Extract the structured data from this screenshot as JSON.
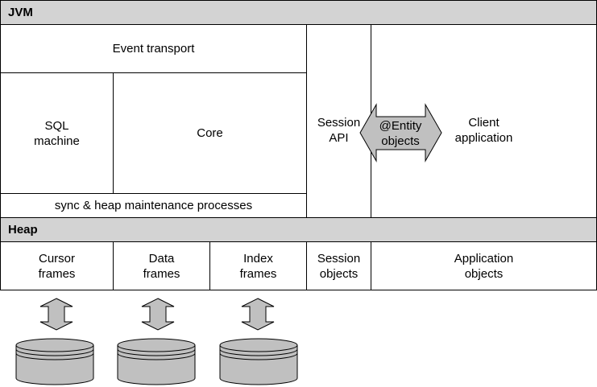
{
  "jvm": {
    "header": "JVM",
    "event_transport": "Event transport",
    "sql_machine": "SQL\nmachine",
    "core": "Core",
    "sync": "sync & heap maintenance processes",
    "session_api": "Session\nAPI",
    "client_application": "Client\napplication",
    "entity_arrow": "@Entity\nobjects"
  },
  "heap": {
    "header": "Heap",
    "cursor_frames": "Cursor\nframes",
    "data_frames": "Data\nframes",
    "index_frames": "Index\nframes",
    "session_objects": "Session\nobjects",
    "application_objects": "Application\nobjects"
  },
  "colors": {
    "header_fill": "#d3d3d3",
    "shape_fill": "#c0c0c0",
    "line": "#000000"
  }
}
